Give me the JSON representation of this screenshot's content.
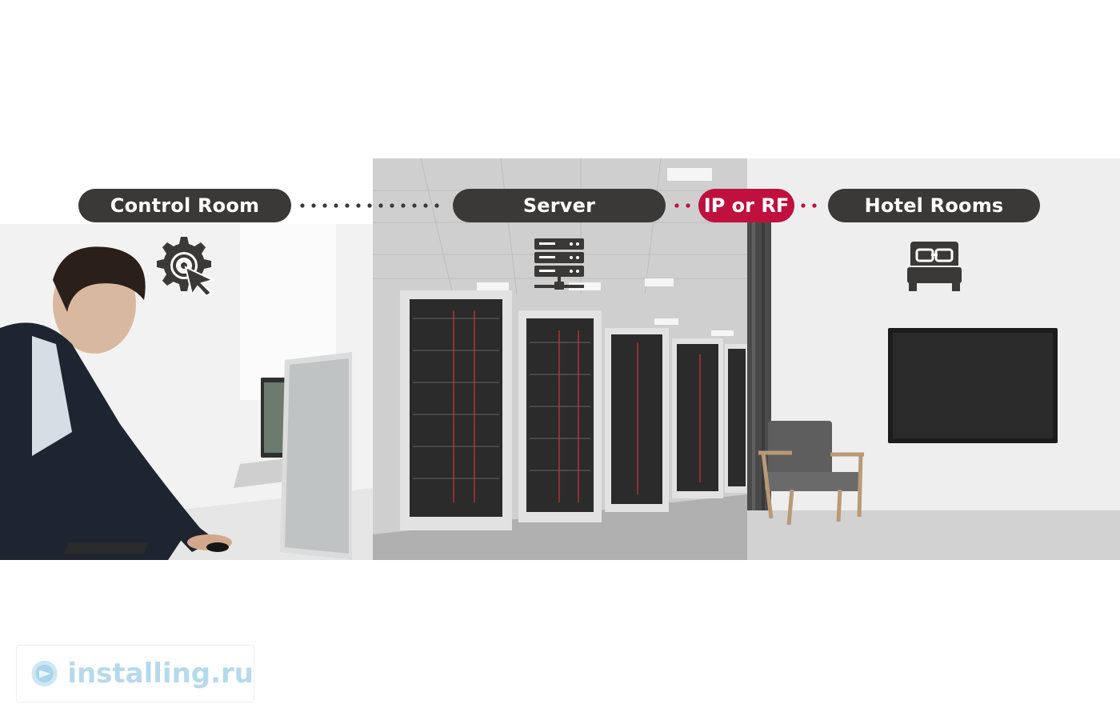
{
  "labels": {
    "control_room": "Control Room",
    "server": "Server",
    "link": "IP or RF",
    "hotel_rooms": "Hotel Rooms"
  },
  "icons": {
    "control_room": "gear-cursor-icon",
    "server": "server-icon",
    "hotel_rooms": "bed-icon"
  },
  "colors": {
    "pill": "#3b3838",
    "link_pill": "#c0103d",
    "dots_dark": "#3b3838",
    "dots_red": "#c0103d",
    "watermark": "#b6d9ec"
  },
  "watermark": {
    "text": "installing.ru"
  }
}
